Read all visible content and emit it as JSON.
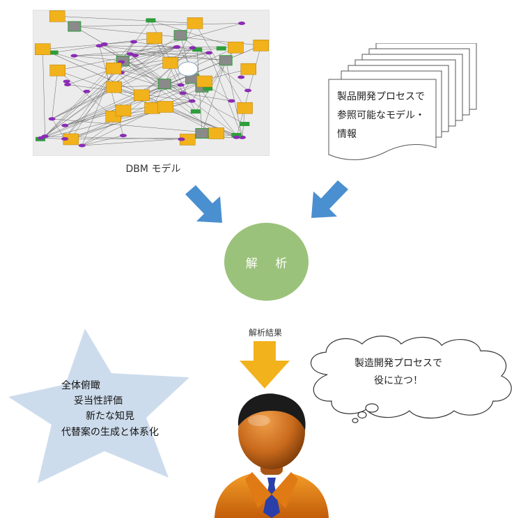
{
  "diagram": {
    "dbm_caption": "DBM モデル",
    "document_text": "製品開発プロセスで\n参照可能なモデル・\n情報",
    "analysis_label": "解 析",
    "result_label": "解析結果",
    "star_items": [
      "全体俯瞰",
      "妥当性評価",
      "新たな知見",
      "代替案の生成と体系化"
    ],
    "thought_text": "製造開発プロセスで\n役に立つ！"
  },
  "colors": {
    "arrow_blue": "#4a8fd0",
    "circle_green": "#9bc27a",
    "arrow_gold": "#f2b21b",
    "star_fill": "#cddcec",
    "network_node_purple": "#8b2bb5",
    "network_box_yellow": "#f2b21b"
  },
  "icons": {
    "network_thumbnail": "network-graph-icon",
    "person": "businessman-icon",
    "doc_stack": "document-stack-icon"
  }
}
